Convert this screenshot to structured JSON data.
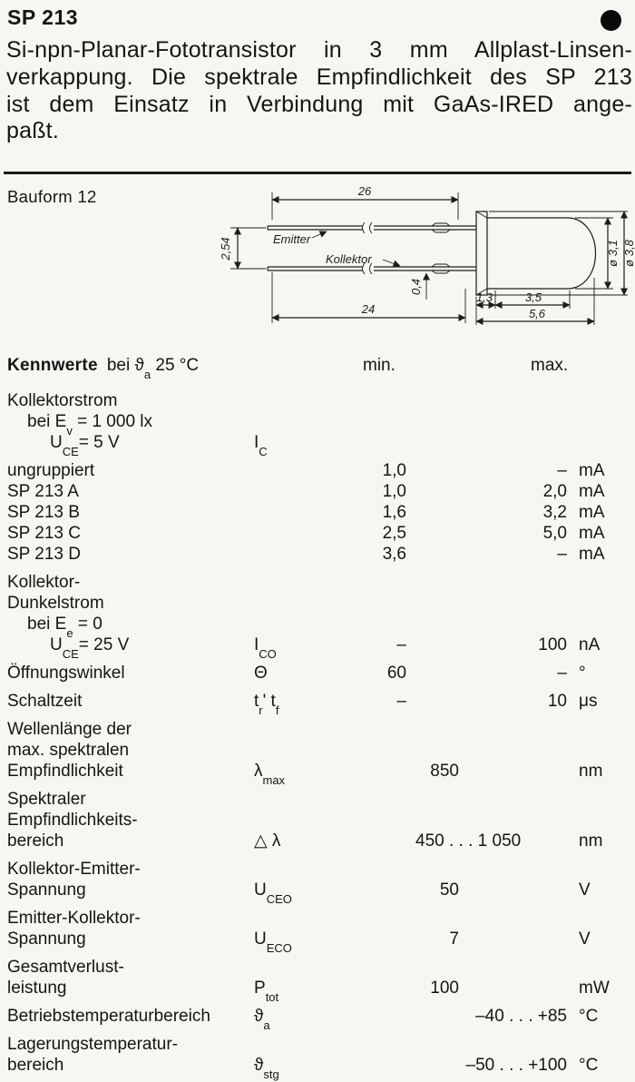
{
  "page": {
    "title": "SP 213",
    "description_lines": [
      "Si-npn-Planar-Fototransistor in 3 mm Allplast-Linsen-",
      "verkappung. Die spektrale Empfindlichkeit des SP 213",
      "ist dem Einsatz in Verbindung mit GaAs-IRED ange-",
      "paßt."
    ]
  },
  "drawing": {
    "caption": "Bauform 12",
    "dims": {
      "lead_length_top": "26",
      "lead_pitch": "2,54",
      "emitter_label": "Emitter",
      "kollektor_label": "Kollektor",
      "lead_thickness": "0,4",
      "lead_length_bottom": "24",
      "flange_width": "1,3",
      "body_length": "3,5",
      "total_length": "5,6",
      "body_diameter": "ø 3,1",
      "flange_diameter": "ø 3,8"
    }
  },
  "table": {
    "header": {
      "kennwerte": "Kennwerte",
      "cond_a": "bei ϑ",
      "cond_s": "a",
      "cond_b": " 25 °C",
      "min": "min.",
      "max": "max."
    },
    "entries": [
      {
        "l": {
          "a": "Kollektorstrom"
        }
      },
      {
        "l": {
          "a": "bei E",
          "s": "v",
          "b": " = 1 000 lx"
        },
        "ind": 1
      },
      {
        "l": {
          "a": "U",
          "s": "CE",
          "b": "= 5 V"
        },
        "ind": 2,
        "sym": {
          "a": "I",
          "s": "C"
        }
      },
      {
        "l": {
          "a": "ungruppiert"
        },
        "min": "1,0",
        "max": "–",
        "unit": "mA",
        "gap": true
      },
      {
        "l": {
          "a": "SP 213 A"
        },
        "min": "1,0",
        "max": "2,0",
        "unit": "mA"
      },
      {
        "l": {
          "a": "SP 213 B"
        },
        "min": "1,6",
        "max": "3,2",
        "unit": "mA"
      },
      {
        "l": {
          "a": "SP 213 C"
        },
        "min": "2,5",
        "max": "5,0",
        "unit": "mA"
      },
      {
        "l": {
          "a": "SP 213 D"
        },
        "min": "3,6",
        "max": "–",
        "unit": "mA"
      },
      {
        "l": {
          "a": "Kollektor-"
        },
        "gap": true
      },
      {
        "l": {
          "a": "Dunkelstrom"
        }
      },
      {
        "l": {
          "a": "bei E",
          "s": "e",
          "b": " = 0"
        },
        "ind": 1
      },
      {
        "l": {
          "a": "U",
          "s": "CE",
          "b": "= 25 V"
        },
        "ind": 2,
        "sym": {
          "a": "I",
          "s": "CO"
        },
        "min": "–",
        "max": "100",
        "unit": "nA"
      },
      {
        "l": {
          "a": "Öffnungswinkel"
        },
        "sym": {
          "a": "Θ"
        },
        "min": "60",
        "max": "–",
        "unit": "°",
        "gap": true
      },
      {
        "l": {
          "a": "Schaltzeit"
        },
        "sym": {
          "a": "t",
          "s": "r",
          "b": "' t",
          "s2": "f"
        },
        "min": "–",
        "max": "10",
        "unit": "μs",
        "gap": true
      },
      {
        "l": {
          "a": "Wellenlänge der"
        },
        "gap": true
      },
      {
        "l": {
          "a": "max. spektralen"
        }
      },
      {
        "l": {
          "a": "Empfindlichkeit"
        },
        "sym": {
          "a": "λ",
          "s": "max"
        },
        "mid": "850",
        "unit": "nm"
      },
      {
        "l": {
          "a": "Spektraler"
        },
        "gap": true
      },
      {
        "l": {
          "a": "Empfindlichkeits-"
        }
      },
      {
        "l": {
          "a": "bereich"
        },
        "sym": {
          "a": "△ λ"
        },
        "mid": "450 . . . 1 050",
        "unit": "nm"
      },
      {
        "l": {
          "a": "Kollektor-Emitter-"
        },
        "gap": true
      },
      {
        "l": {
          "a": "Spannung"
        },
        "sym": {
          "a": "U",
          "s": "CEO"
        },
        "mid": "50",
        "unit": "V"
      },
      {
        "l": {
          "a": "Emitter-Kollektor-"
        },
        "gap": true
      },
      {
        "l": {
          "a": "Spannung"
        },
        "sym": {
          "a": "U",
          "s": "ECO"
        },
        "mid": "7",
        "unit": "V"
      },
      {
        "l": {
          "a": "Gesamtverlust-"
        },
        "gap": true
      },
      {
        "l": {
          "a": "leistung"
        },
        "sym": {
          "a": "P",
          "s": "tot"
        },
        "mid": "100",
        "unit": "mW"
      },
      {
        "l": {
          "a": "Betriebstemperaturbereich"
        },
        "sym": {
          "a": "ϑ",
          "s": "a"
        },
        "max": "–40 . . . +85",
        "unit": "°C",
        "gap": true
      },
      {
        "l": {
          "a": "Lagerungstemperatur-"
        },
        "gap": true
      },
      {
        "l": {
          "a": "bereich"
        },
        "sym": {
          "a": "ϑ",
          "s": "stg"
        },
        "max": "–50 . . . +100",
        "unit": "°C"
      }
    ]
  }
}
